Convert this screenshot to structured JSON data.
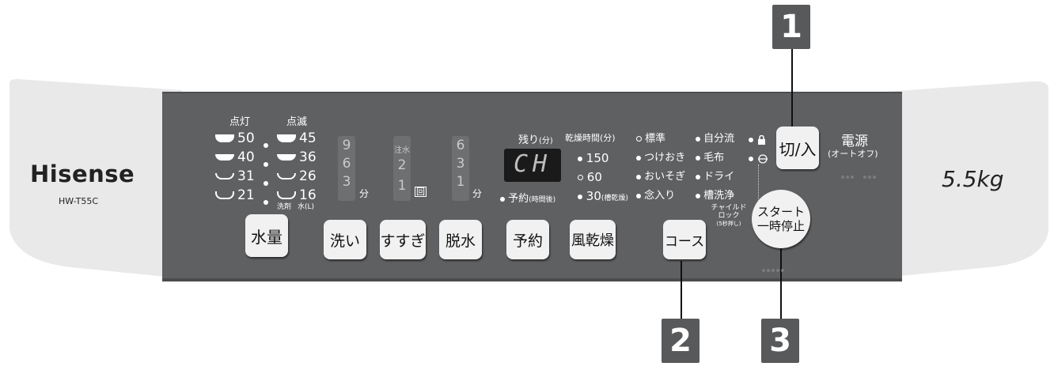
{
  "brand": {
    "name": "Hisense",
    "model": "HW-T55C"
  },
  "capacity": "5.5kg",
  "callouts": [
    "1",
    "2",
    "3"
  ],
  "water_level": {
    "header_on": "点灯",
    "header_blink": "点滅",
    "on_values": [
      "50",
      "40",
      "31",
      "21"
    ],
    "blink_values": [
      "45",
      "36",
      "26",
      "16"
    ],
    "sub_detergent": "洗剤",
    "sub_water": "水(L)"
  },
  "wash": {
    "values": [
      "9",
      "6",
      "3"
    ],
    "unit": "分"
  },
  "rinse": {
    "header": "注水",
    "values": [
      "2",
      "1"
    ],
    "unit": "回"
  },
  "spin": {
    "values": [
      "6",
      "3",
      "1"
    ],
    "unit": "分"
  },
  "remaining": {
    "label": "残り",
    "unit": "(分)",
    "display": "CH",
    "reserve_label": "予約",
    "reserve_sub": "(時間後)"
  },
  "dry_time": {
    "label": "乾燥時間(分)",
    "values": [
      "150",
      "60",
      "30"
    ],
    "sub_30": "(槽乾燥)"
  },
  "courses_left": [
    "標準",
    "つけおき",
    "おいそぎ",
    "念入り"
  ],
  "courses_right": [
    "自分流",
    "毛布",
    "ドライ",
    "槽洗浄"
  ],
  "child_lock": {
    "line1": "チャイルド",
    "line2": "ロック",
    "line3": "(5秒押し)"
  },
  "power": {
    "button": "切/入",
    "label": "電源",
    "sub": "(オートオフ)"
  },
  "buttons": {
    "water": "水量",
    "wash": "洗い",
    "rinse": "すすぎ",
    "spin": "脱水",
    "reserve": "予約",
    "air_dry": "風乾燥",
    "course": "コース",
    "start_line1": "スタート",
    "start_line2": "一時停止"
  }
}
